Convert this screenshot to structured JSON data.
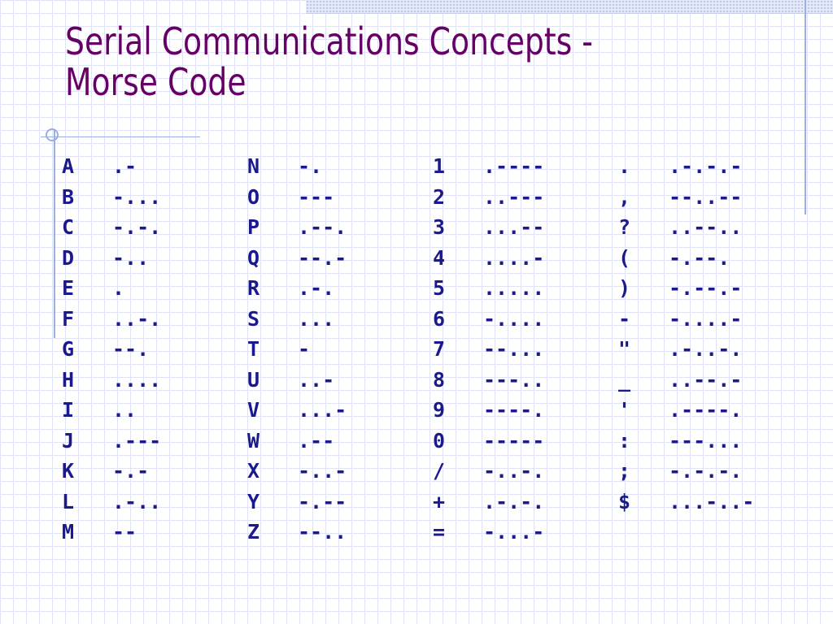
{
  "title": {
    "line1": "Serial Communications Concepts -",
    "line2": "Morse Code"
  },
  "table": {
    "columns": [
      [
        {
          "symbol": "A",
          "code": ".-"
        },
        {
          "symbol": "B",
          "code": "-..."
        },
        {
          "symbol": "C",
          "code": "-.-."
        },
        {
          "symbol": "D",
          "code": "-.."
        },
        {
          "symbol": "E",
          "code": "."
        },
        {
          "symbol": "F",
          "code": "..-."
        },
        {
          "symbol": "G",
          "code": "--."
        },
        {
          "symbol": "H",
          "code": "...."
        },
        {
          "symbol": "I",
          "code": ".."
        },
        {
          "symbol": "J",
          "code": ".---"
        },
        {
          "symbol": "K",
          "code": "-.-"
        },
        {
          "symbol": "L",
          "code": ".-.."
        },
        {
          "symbol": "M",
          "code": "--"
        }
      ],
      [
        {
          "symbol": "N",
          "code": "-."
        },
        {
          "symbol": "O",
          "code": "---"
        },
        {
          "symbol": "P",
          "code": ".--."
        },
        {
          "symbol": "Q",
          "code": "--.-"
        },
        {
          "symbol": "R",
          "code": ".-."
        },
        {
          "symbol": "S",
          "code": "..."
        },
        {
          "symbol": "T",
          "code": "-"
        },
        {
          "symbol": "U",
          "code": "..-"
        },
        {
          "symbol": "V",
          "code": "...-"
        },
        {
          "symbol": "W",
          "code": ".--"
        },
        {
          "symbol": "X",
          "code": "-..-"
        },
        {
          "symbol": "Y",
          "code": "-.--"
        },
        {
          "symbol": "Z",
          "code": "--.."
        }
      ],
      [
        {
          "symbol": "1",
          "code": ".----"
        },
        {
          "symbol": "2",
          "code": "..---"
        },
        {
          "symbol": "3",
          "code": "...--"
        },
        {
          "symbol": "4",
          "code": "....-"
        },
        {
          "symbol": "5",
          "code": "....."
        },
        {
          "symbol": "6",
          "code": "-...."
        },
        {
          "symbol": "7",
          "code": "--..."
        },
        {
          "symbol": "8",
          "code": "---.."
        },
        {
          "symbol": "9",
          "code": "----."
        },
        {
          "symbol": "0",
          "code": "-----"
        },
        {
          "symbol": "/",
          "code": "-..-."
        },
        {
          "symbol": "+",
          "code": ".-.-."
        },
        {
          "symbol": "=",
          "code": "-...-"
        }
      ],
      [
        {
          "symbol": ".",
          "code": ".-.-.-"
        },
        {
          "symbol": ",",
          "code": "--..--"
        },
        {
          "symbol": "?",
          "code": "..--.."
        },
        {
          "symbol": "(",
          "code": "-.--."
        },
        {
          "symbol": ")",
          "code": "-.--.-"
        },
        {
          "symbol": "-",
          "code": "-....-"
        },
        {
          "symbol": "\"",
          "code": ".-..-."
        },
        {
          "symbol": "_",
          "code": "..--.-"
        },
        {
          "symbol": "'",
          "code": ".----."
        },
        {
          "symbol": ":",
          "code": "---..."
        },
        {
          "symbol": ";",
          "code": "-.-.-."
        },
        {
          "symbol": "$",
          "code": "...-..-"
        }
      ]
    ]
  }
}
